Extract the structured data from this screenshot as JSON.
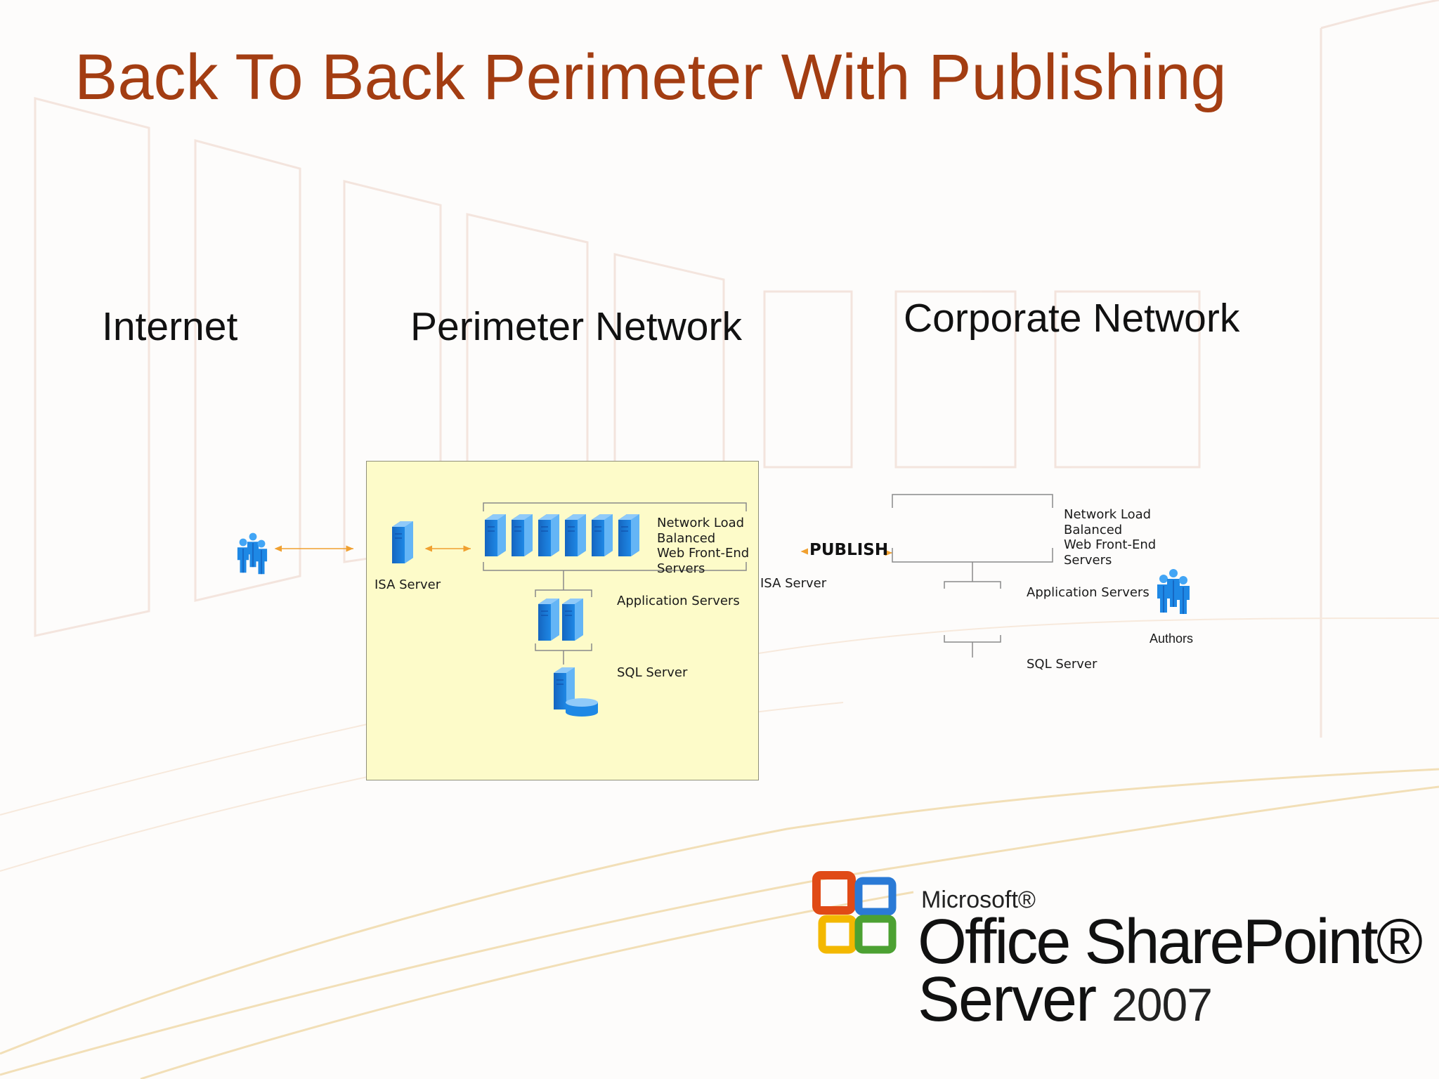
{
  "slide": {
    "title": "Back To Back Perimeter With Publishing"
  },
  "zones": {
    "internet": "Internet",
    "perimeter": "Perimeter Network",
    "corporate": "Corporate Network"
  },
  "perimeter_labels": {
    "isa_server": "ISA Server",
    "nlb_line1": "Network Load",
    "nlb_line2": "Balanced",
    "nlb_line3": "Web Front-End",
    "nlb_line4": "Servers",
    "app_servers": "Application Servers",
    "sql_server": "SQL Server"
  },
  "corporate_labels": {
    "isa_server": "ISA Server",
    "publish": "PUBLISH",
    "nlb_line1": "Network Load",
    "nlb_line2": "Balanced",
    "nlb_line3": "Web Front-End",
    "nlb_line4": "Servers",
    "app_servers": "Application Servers",
    "sql_server": "SQL Server",
    "authors": "Authors"
  },
  "logo": {
    "microsoft": "Microsoft®",
    "office_sharepoint": "Office SharePoint®",
    "server": "Server",
    "year": "2007"
  },
  "colors": {
    "title": "#a33d12",
    "perimeter_fill": "#fdfbc9",
    "server_blue": "#1e88e5",
    "arrow_orange": "#f0a030",
    "bracket_gray": "#8a8a8a"
  },
  "icons": [
    "users-icon",
    "server-icon",
    "database-icon",
    "authors-icon",
    "office-logo-icon"
  ]
}
